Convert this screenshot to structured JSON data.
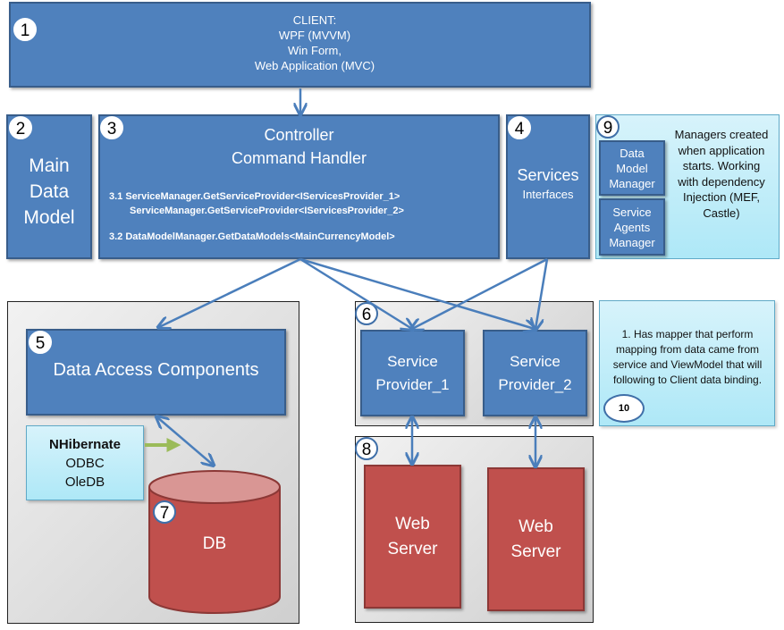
{
  "client": {
    "number": "1",
    "lines": [
      "CLIENT:",
      "WPF (MVVM)",
      "Win Form,",
      "Web Application (MVC)"
    ]
  },
  "main_data_model": {
    "number": "2",
    "lines": [
      "Main",
      "Data",
      "Model"
    ]
  },
  "controller": {
    "number": "3",
    "title_lines": [
      "Controller",
      "Command Handler"
    ],
    "step_3_1_a": "3.1 ServiceManager.GetServiceProvider<IServicesProvider_1>",
    "step_3_1_b": "ServiceManager.GetServiceProvider<IServicesProvider_2>",
    "step_3_2": "3.2 DataModelManager.GetDataModels<MainCurrencyModel>"
  },
  "services": {
    "number": "4",
    "title": "Services",
    "subtitle": "Interfaces"
  },
  "managers": {
    "number": "9",
    "data_model_manager": [
      "Data",
      "Model",
      "Manager"
    ],
    "service_agents_manager": [
      "Service",
      "Agents",
      "Manager"
    ],
    "description": "Managers created when application starts. Working with dependency Injection (MEF, Castle)"
  },
  "data_access": {
    "number": "5",
    "title": "Data Access Components",
    "libraries": [
      "NHibernate",
      "ODBC",
      "OleDB"
    ]
  },
  "database": {
    "number": "7",
    "label": "DB"
  },
  "service_providers": {
    "number": "6",
    "provider_1": [
      "Service",
      "Provider_1"
    ],
    "provider_2": [
      "Service",
      "Provider_2"
    ]
  },
  "web_servers": {
    "number": "8",
    "server_1": [
      "Web",
      "Server"
    ],
    "server_2": [
      "Web",
      "Server"
    ]
  },
  "mapper_note": {
    "number": "10",
    "text": "1. Has mapper that perform mapping from data came from service and ViewModel that will following to Client data binding."
  },
  "colors": {
    "component_blue": "#4f81bd",
    "component_red": "#c0504d",
    "note_cyan": "#b7ebf8",
    "arrow_blue": "#4a7ebb",
    "arrow_green": "#9bbb59"
  }
}
